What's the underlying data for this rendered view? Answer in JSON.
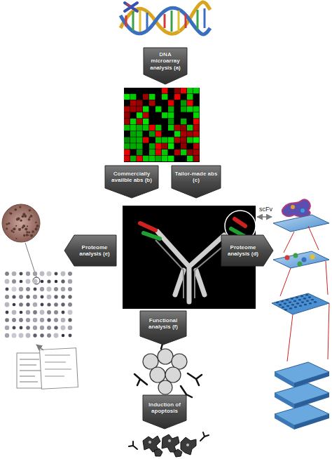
{
  "diagram": {
    "nodes": [
      {
        "text": [
          "DNA microarray analysis (a)"
        ]
      },
      {
        "text": [
          "Commercially availble abs (b)"
        ]
      },
      {
        "text": [
          "Tailor-made abs (c)"
        ]
      },
      {
        "text": [
          "Proteome analysis (e)"
        ]
      },
      {
        "text": [
          "Proteome analysis (d)"
        ]
      },
      {
        "text": [
          "Functional analysis (f)"
        ]
      },
      {
        "text": [
          "Induction of apoptosis"
        ]
      }
    ],
    "labels": [
      "scFv"
    ]
  }
}
